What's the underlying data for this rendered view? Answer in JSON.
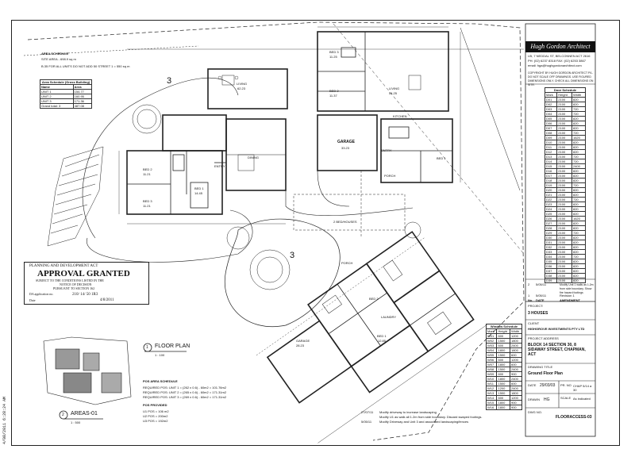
{
  "sheet": {
    "area_schedule_title": "AREA SCHEDULE",
    "site_area": "SITE AREA - 698.9 sq m",
    "area_note": "B.35 FOR ALL UNITS DO NOT ADD 50 STREET 1 = 550 sq m",
    "area_table": {
      "caption": "Area Schedule (Gross Building)",
      "headers": [
        "Name",
        "Area"
      ],
      "rows": [
        [
          "UNIT 1",
          "154.77"
        ],
        [
          "UNIT 2",
          "160.95"
        ],
        [
          "UNIT 3",
          "171.36"
        ],
        [
          "Grand total: 3",
          "487.08"
        ]
      ]
    },
    "block_label_upper": "3",
    "block_label_lower": "3",
    "rooms": [
      {
        "name": "LIVING",
        "area": "62.23",
        "key": "living_u1"
      },
      {
        "name": "BED 3",
        "area": "11.25",
        "key": "bed3_u1"
      },
      {
        "name": "BED 2",
        "area": "11.37",
        "key": "bed2_u1"
      },
      {
        "name": "LIVING",
        "area": "54.25",
        "key": "living_u2"
      },
      {
        "name": "KITCHEN",
        "area": "",
        "key": "kitchen_u2"
      },
      {
        "name": "DINING",
        "area": "",
        "key": "dining"
      },
      {
        "name": "GARAGE",
        "area": "33.23",
        "key": "garage_u2"
      },
      {
        "name": "ENTRY",
        "area": "",
        "key": "entry_u2"
      },
      {
        "name": "PORCH",
        "area": "",
        "key": "porch_u2"
      },
      {
        "name": "BED 1",
        "area": "",
        "key": "bed1_u2"
      },
      {
        "name": "BED 2",
        "area": "11.21",
        "key": "bed2_u3"
      },
      {
        "name": "BED 3",
        "area": "11.21",
        "key": "bed3_u3"
      },
      {
        "name": "BED 1",
        "area": "14.45",
        "key": "bed1_u3"
      },
      {
        "name": "ENTRY",
        "area": "",
        "key": "entry_u3"
      },
      {
        "name": "GARAGE",
        "area": "28.23",
        "key": "garage_u4"
      },
      {
        "name": "BED 1",
        "area": "12.85",
        "key": "bed1_u4"
      },
      {
        "name": "BED 2",
        "area": "",
        "key": "bed2_u4"
      },
      {
        "name": "LAUNDRY",
        "area": "",
        "key": "laundry_u4"
      },
      {
        "name": "PORCH",
        "area": "",
        "key": "porch_u4"
      }
    ],
    "driveway_label": "2 BED/HOUSES",
    "approval": {
      "header": "PLANNING AND DEVELOPMENT ACT",
      "title": "APPROVAL GRANTED",
      "line1": "SUBJECT TO THE CONDITIONS LISTED IN THE",
      "line2": "NOTICE OF DECISION",
      "line3": "PURSUANT TO SECTION 162",
      "app_label": "DA application no.",
      "app_value": "210/ 14/ 50 1R3",
      "date_label": "Date",
      "date_value": "4/8/2011"
    },
    "stamp": "4/08/2011 6:28:24 AM",
    "view1_no": "1",
    "view1_title": "FLOOR PLAN",
    "view1_scale": "1 : 100",
    "view2_no": "2",
    "view2_title": "AREAS-01",
    "view2_scale": "1 : 500",
    "pos_schedule": {
      "title": "POS AREA SCHEDULE",
      "line1": "REQUIRED POS: UNIT 1 = (262 x 0.6) - 60m2 = 101.76m2",
      "line2": "REQUIRED POS: UNIT 2 = (265 x 0.6) - 60m2 = 171.31m2",
      "line3": "REQUIRED POS: UNIT 3 = (269 x 0.6) - 60m2 = 171.31m2",
      "provided_title": "POS PROVIDED",
      "p1": "U1 POS = 106 m2",
      "p2": "U2 POS = 200m2",
      "p3": "U3 POS = 192m2"
    },
    "bottom_notes": {
      "n1": "Modify driveway to increase landscaping",
      "n2": "Modify U1 as walk all 1.2m from side boundary. Discard swaped footings.",
      "n3": "Modify Driveway and Unit 3 and associated landscaping/fences",
      "d1": "27/07/11",
      "d2": "5/05/11"
    }
  },
  "title_block": {
    "logo": "Hugh Gordon Architect",
    "address": "U5, 7 NEDDAL ST, BELCONNEN ACT 2616",
    "phone": "PH: (02) 6237 8318  FAX: (02) 6253 3867",
    "email": "email: hga@hughgordonarchitect.com",
    "copyright": "COPYRIGHT BY HUGH GORDON ARCHITECT P/L. DO NOT SCALE OFF DRAWINGS. USE FIGURED DIMENSIONS ONLY. CHECK ALL DIMENSIONS ON SITE.",
    "door_schedule": {
      "title": "Door Schedule",
      "headers": [
        "Mark",
        "Height",
        "Width"
      ],
      "rows": [
        [
          "D01",
          "2100",
          "820"
        ],
        [
          "D02",
          "2100",
          "820"
        ],
        [
          "D03",
          "2100",
          "720"
        ],
        [
          "D04",
          "2100",
          "720"
        ],
        [
          "D05",
          "2100",
          "820"
        ],
        [
          "D06",
          "2100",
          "820"
        ],
        [
          "D07",
          "2100",
          "820"
        ],
        [
          "D08",
          "2100",
          "720"
        ],
        [
          "D09",
          "2100",
          "1620"
        ],
        [
          "D10",
          "2100",
          "820"
        ],
        [
          "D11",
          "2100",
          "820"
        ],
        [
          "D12",
          "2100",
          "820"
        ],
        [
          "D13",
          "2100",
          "720"
        ],
        [
          "D14",
          "2100",
          "720"
        ],
        [
          "D15",
          "2100",
          "2400"
        ],
        [
          "D16",
          "2100",
          "820"
        ],
        [
          "D17",
          "2100",
          "820"
        ],
        [
          "D18",
          "2100",
          "820"
        ],
        [
          "D19",
          "2100",
          "720"
        ],
        [
          "D20",
          "2100",
          "820"
        ],
        [
          "D21",
          "2100",
          "820"
        ],
        [
          "D22",
          "2100",
          "720"
        ],
        [
          "D23",
          "2100",
          "820"
        ],
        [
          "D24",
          "2100",
          "820"
        ],
        [
          "D25",
          "2100",
          "820"
        ],
        [
          "D26",
          "2100",
          "1620"
        ],
        [
          "D27",
          "2100",
          "820"
        ],
        [
          "D28",
          "2100",
          "820"
        ],
        [
          "D29",
          "2100",
          "720"
        ],
        [
          "D30",
          "2100",
          "820"
        ],
        [
          "D31",
          "2100",
          "820"
        ],
        [
          "D32",
          "2100",
          "820"
        ],
        [
          "D33",
          "2100",
          "820"
        ],
        [
          "D34",
          "2100",
          "720"
        ],
        [
          "D35",
          "2100",
          "820"
        ],
        [
          "D36",
          "2100",
          "820"
        ],
        [
          "D37",
          "2100",
          "820"
        ],
        [
          "D38",
          "2100",
          "820"
        ],
        [
          "D39",
          "2100",
          "820"
        ]
      ]
    },
    "window_schedule": {
      "title": "Window Schedule",
      "headers": [
        "Mark",
        "Height",
        "Width"
      ],
      "rows": [
        [
          "W01",
          "600",
          "1200"
        ],
        [
          "W02",
          "1500",
          "1800"
        ],
        [
          "W03",
          "600",
          "2400"
        ],
        [
          "W04",
          "1800",
          "1800"
        ],
        [
          "W05",
          "1500",
          "600"
        ],
        [
          "W06",
          "600",
          "1200"
        ],
        [
          "W07",
          "1800",
          "600"
        ],
        [
          "W08",
          "1500",
          "2400"
        ],
        [
          "W09",
          "600",
          "900"
        ],
        [
          "W10",
          "1800",
          "2400"
        ],
        [
          "W11",
          "1500",
          "600"
        ],
        [
          "W12",
          "1200",
          "2400"
        ],
        [
          "W13",
          "1500",
          "1800"
        ],
        [
          "W14",
          "600",
          "1200"
        ],
        [
          "W15",
          "1800",
          "900"
        ],
        [
          "W16",
          "1800",
          "900"
        ]
      ]
    },
    "revisions": {
      "r1_no": "2",
      "r1_date": "5/05/11",
      "r1_desc": "Modify Unit 1 walls as 1.2m from side boundary. Show fire hazard footings",
      "r2_no": "1",
      "r2_date": "5/05/11",
      "r2_desc": "Revision 1",
      "col_no": "No.",
      "col_date": "DATE",
      "col_desc": "AMENDMENT"
    },
    "project_label": "PROJECT:",
    "project": "3 HOUSES",
    "client_label": "CLIENT",
    "client": "HIGHGROVE INVESTMENTS PTY LTD",
    "address_label": "PROJECT ADDRESS",
    "project_address": "BLOCK 14 SECTION 30, 8 SIDAWAY STREET, CHAPMAN, ACT",
    "drawing_title_label": "DRAWING TITLE",
    "drawing_title": "Ground Floor Plan",
    "date_label": "DATE",
    "date": "29/03/03",
    "drawn_label": "DRAWN",
    "drawn": "HG",
    "pr_no_label": "PR. NO",
    "pr_no": "CHAP 5/14 a 30",
    "scale_label": "SCALE",
    "scale": "As indicated",
    "dwg_no_label": "DWG NO.",
    "dwg_no": "FLOORACCESS-03"
  }
}
